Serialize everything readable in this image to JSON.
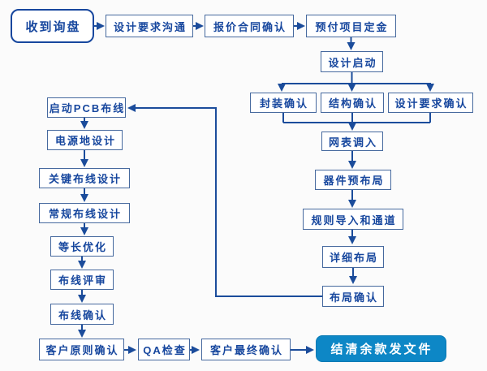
{
  "nodes": {
    "receive_inquiry": {
      "label": "收到询盘"
    },
    "design_comm": {
      "label": "设计要求沟通"
    },
    "quote_contract": {
      "label": "报价合同确认"
    },
    "prepay_deposit": {
      "label": "预付项目定金"
    },
    "design_start": {
      "label": "设计启动"
    },
    "package_confirm": {
      "label": "封装确认"
    },
    "structure_confirm": {
      "label": "结构确认"
    },
    "design_req_confirm": {
      "label": "设计要求确认"
    },
    "netlist_import": {
      "label": "网表调入"
    },
    "component_prelayout": {
      "label": "器件预布局"
    },
    "rules_channel": {
      "label": "规则导入和通道"
    },
    "detailed_layout": {
      "label": "详细布局"
    },
    "layout_confirm": {
      "label": "布局确认"
    },
    "start_pcb_routing": {
      "label": "启动PCB布线"
    },
    "power_ground": {
      "label": "电源地设计"
    },
    "critical_routing": {
      "label": "关键布线设计"
    },
    "regular_routing": {
      "label": "常规布线设计"
    },
    "length_opt": {
      "label": "等长优化"
    },
    "routing_review": {
      "label": "布线评审"
    },
    "routing_confirm": {
      "label": "布线确认"
    },
    "customer_principle": {
      "label": "客户原则确认"
    },
    "qa_check": {
      "label": "QA检查"
    },
    "customer_final": {
      "label": "客户最终确认"
    },
    "settle_send_files": {
      "label": "结清余款发文件"
    }
  },
  "colors": {
    "connector": "#1b4c9b",
    "box_border": "#46699e",
    "box_text": "#17479e",
    "start_border": "#17479e",
    "end_fill": "#0d87c6",
    "end_text": "#ffffff",
    "background": "#fbfbfb"
  }
}
